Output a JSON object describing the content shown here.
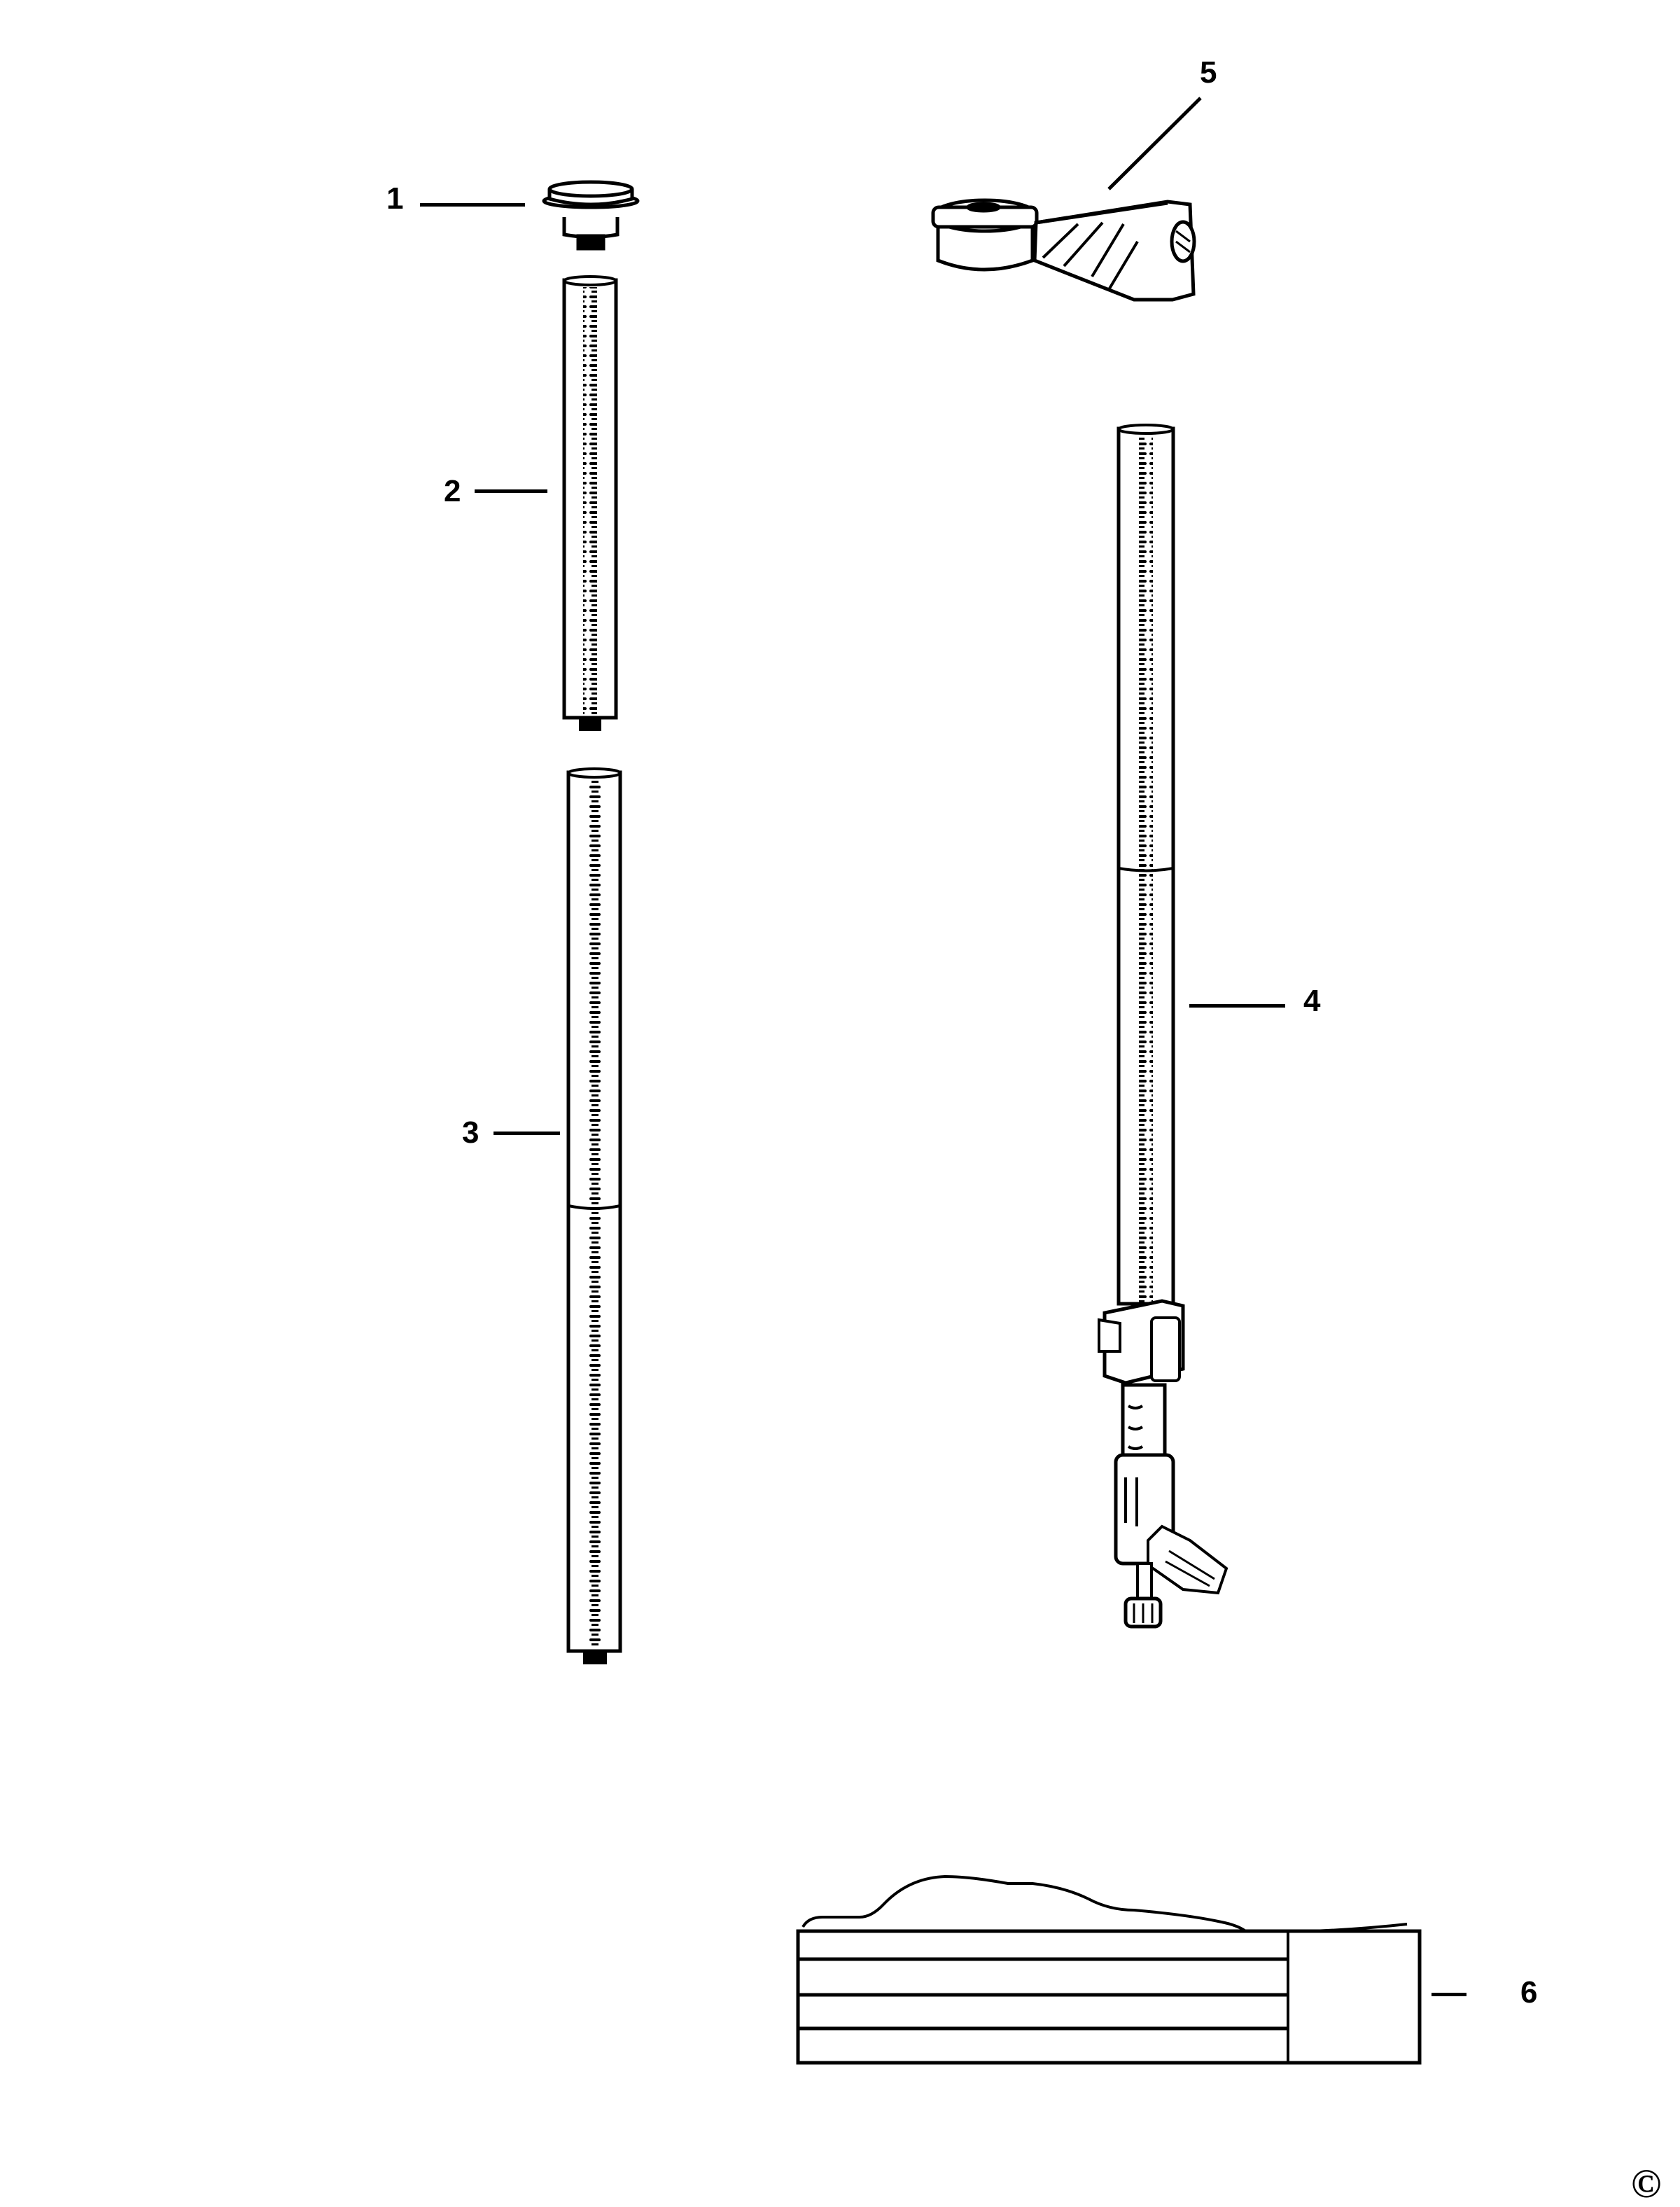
{
  "diagram": {
    "type": "exploded-parts-diagram",
    "parts": [
      {
        "number": "1",
        "description": "cap / top adapter"
      },
      {
        "number": "2",
        "description": "short graduated rod section"
      },
      {
        "number": "3",
        "description": "long graduated rod section (two-part)"
      },
      {
        "number": "4",
        "description": "telescopic graduated pole with locking clamp and foot pedal"
      },
      {
        "number": "5",
        "description": "mounting bracket with knurled knob and thumb screw"
      },
      {
        "number": "6",
        "description": "carrying case / bag"
      }
    ],
    "copyright_symbol": "©",
    "colors": {
      "line": "#000000",
      "background": "#ffffff"
    }
  }
}
